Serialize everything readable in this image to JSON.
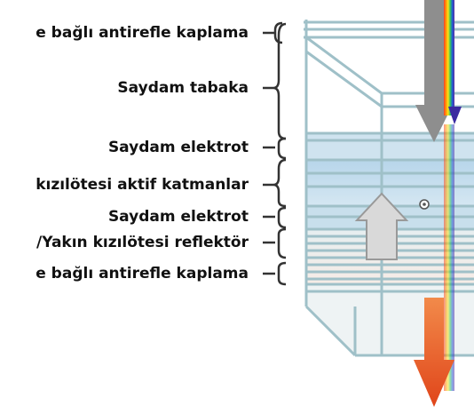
{
  "labels": [
    {
      "text": "e bağlı antirefle kaplama"
    },
    {
      "text": "Saydam tabaka"
    },
    {
      "text": "Saydam elektrot"
    },
    {
      "text": "kızılötesi aktif katmanlar"
    },
    {
      "text": "Saydam elektrot"
    },
    {
      "text": "/Yakın kızılötesi reflektör"
    },
    {
      "text": "e bağlı antirefle kaplama"
    }
  ],
  "colors": {
    "frame": "#9fc0c8",
    "layer_blue": "#b9d7ea",
    "light_gray": "#8e8e8e",
    "light_orange": "#e8501e",
    "text": "#111111",
    "bracket": "#333333"
  }
}
